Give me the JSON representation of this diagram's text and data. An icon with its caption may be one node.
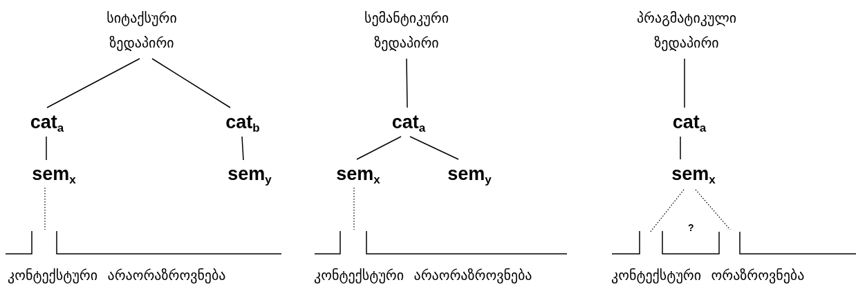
{
  "diagram": {
    "nodes": [
      {
        "text": [
          "სიტაქსური ზედაპირი"
        ]
      },
      {
        "text": [
          "cat$_{a}$"
        ]
      },
      {
        "text": [
          "cat$_{b}$"
        ]
      },
      {
        "text": [
          "sem$_{x}$"
        ]
      },
      {
        "text": [
          "sem$_{y}$"
        ]
      },
      {
        "text": [
          "სემანტიკური ზედაპირი"
        ]
      },
      {
        "text": [
          "cat$_{a}$"
        ]
      },
      {
        "text": [
          "sem$_{x}$"
        ]
      },
      {
        "text": [
          "sem$_{y}$"
        ]
      },
      {
        "text": [
          "პრაგმატიკული ზედაპირი"
        ]
      },
      {
        "text": [
          "cat$_{a}$"
        ]
      },
      {
        "text": [
          "sem$_{x}$"
        ]
      }
    ],
    "edges": [
      {
        "from": 0,
        "to": 1,
        "arrow": "none"
      },
      {
        "from": 0,
        "to": 2,
        "arrow": "none"
      },
      {
        "from": 1,
        "to": 3,
        "arrow": "none"
      },
      {
        "from": 2,
        "to": 4,
        "arrow": "none"
      },
      {
        "from": 3,
        "to": null,
        "arrow": "none",
        "style": "dashed"
      },
      {
        "from": 5,
        "to": 6,
        "arrow": "none"
      },
      {
        "from": 6,
        "to": 7,
        "arrow": "none"
      },
      {
        "from": 6,
        "to": 8,
        "arrow": "none"
      },
      {
        "from": 7,
        "to": null,
        "arrow": "none",
        "style": "dashed"
      },
      {
        "from": 9,
        "to": 10,
        "arrow": "none"
      },
      {
        "from": 10,
        "to": 11,
        "arrow": "none"
      },
      {
        "from": 11,
        "to": null,
        "arrow": "none",
        "style": "dashed"
      },
      {
        "from": 11,
        "to": null,
        "arrow": "none",
        "style": "dashed"
      }
    ],
    "labels": [
      "კონტექსტური არაორაზროვნება",
      "კონტექსტური არაორაზროვნება",
      "?",
      "კონტექსტური ორაზროვნება"
    ]
  }
}
